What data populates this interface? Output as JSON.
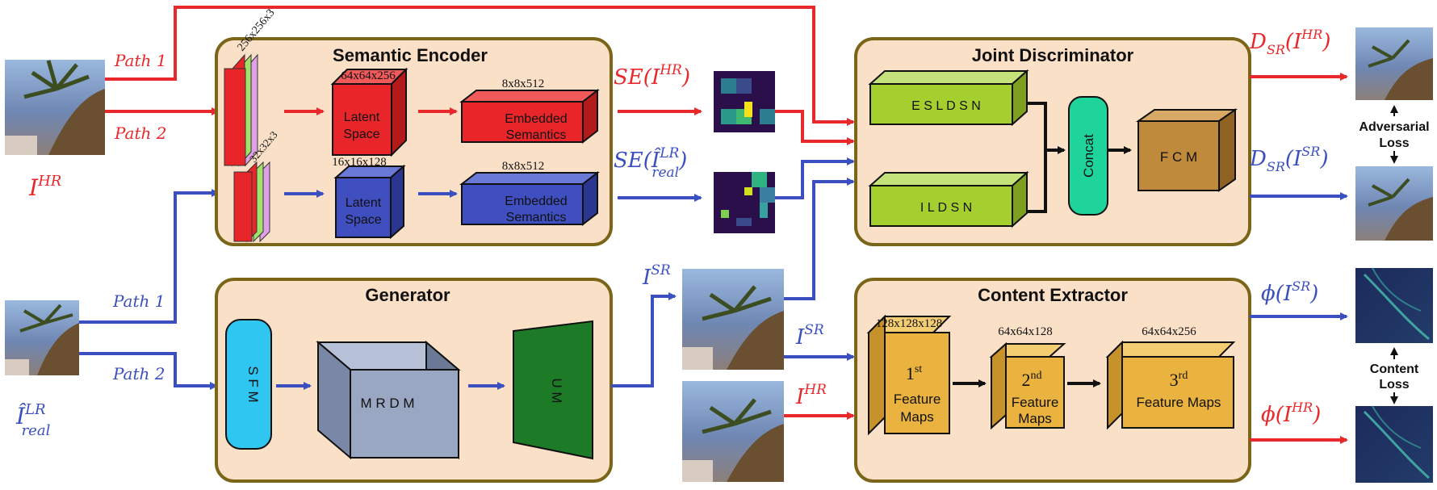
{
  "colors": {
    "red_path": "#e8282b",
    "blue_path": "#3b4fc1",
    "panel_fill": "#fbe0c8",
    "panel_border": "#7a6518",
    "encoder_red": "#e8262a",
    "encoder_blue": "#3f4fbf",
    "disc_green": "#a5cf2e",
    "concat_teal": "#1fd49b",
    "fcm_brown": "#c08a3c",
    "feature_orange": "#eab23e",
    "sfm_cyan": "#2fc6f2",
    "mrdm_gray": "#9aa7c2",
    "um_green": "#1d7a27"
  },
  "inputs": {
    "hr_label_main": "I",
    "hr_label_sup": "HR",
    "lr_label_main": "Î",
    "lr_label_sup": "LR",
    "lr_label_sub": "real"
  },
  "paths": {
    "hr_path1": "Path 1",
    "hr_path2": "Path 2",
    "lr_path1": "Path 1",
    "lr_path2": "Path 2"
  },
  "semantic_encoder": {
    "title": "Semantic Encoder",
    "input_hr_dims": "256x256x3",
    "input_lr_dims": "32x32x3",
    "latent_hr_dims": "64x64x256",
    "latent_lr_dims": "16x16x128",
    "latent_label_1": "Latent",
    "latent_label_2": "Space",
    "embedded_dims_hr": "8x8x512",
    "embedded_dims_lr": "8x8x512",
    "embedded_label_1": "Embedded",
    "embedded_label_2": "Semantics",
    "se_hr_fn": "SE(",
    "se_hr_arg": "I",
    "se_hr_sup": "HR",
    "se_lr_fn": "SE(",
    "se_lr_arg": "Î",
    "se_lr_sup": "LR",
    "se_lr_sub": "real",
    "close_paren": ")"
  },
  "generator": {
    "title": "Generator",
    "sfm": "S F M",
    "mrdm": "M R D M",
    "um": "U M",
    "output_main": "I",
    "output_sup": "SR"
  },
  "joint_discriminator": {
    "title": "Joint Discriminator",
    "esldsn": "E S L D S N",
    "ildsn": "I L D S N",
    "concat": "Concat",
    "fcm": "F C M",
    "d_hr_main": "D",
    "d_hr_sub": "SR",
    "d_hr_arg": "(I",
    "d_hr_sup": "HR",
    "d_sr_main": "D",
    "d_sr_sub": "SR",
    "d_sr_arg": "(I",
    "d_sr_sup": "SR",
    "adversarial_1": "Adversarial",
    "adversarial_2": "Loss"
  },
  "content_extractor": {
    "title": "Content Extractor",
    "input_sr_main": "I",
    "input_sr_sup": "SR",
    "input_hr_main": "I",
    "input_hr_sup": "HR",
    "fm1_dims": "128x128x128",
    "fm2_dims": "64x64x128",
    "fm3_dims": "64x64x256",
    "fm1_num": "1",
    "fm1_sup": "st",
    "fm2_num": "2",
    "fm2_sup": "nd",
    "fm3_num": "3",
    "fm3_sup": "rd",
    "feature": "Feature",
    "maps": "Maps",
    "feature_maps": "Feature Maps",
    "phi_sr_fn": "ϕ(I",
    "phi_sr_sup": "SR",
    "phi_hr_fn": "ϕ(I",
    "phi_hr_sup": "HR",
    "content_1": "Content",
    "content_2": "Loss"
  }
}
